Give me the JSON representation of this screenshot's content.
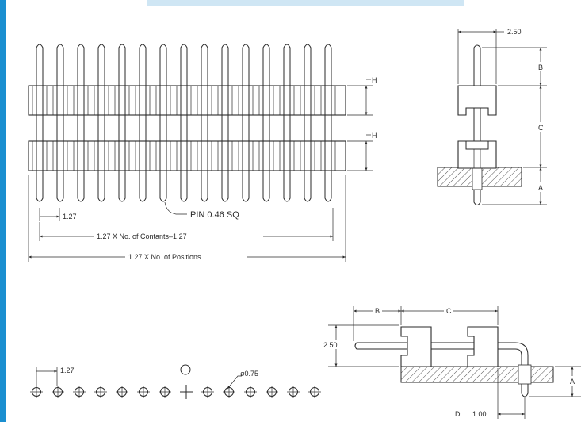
{
  "colors": {
    "accent": "#1a8fd0",
    "top_band": "#cfe6f4",
    "line": "#2a2a2a",
    "paper": "#ffffff"
  },
  "front_view": {
    "pin_pitch": "1.27",
    "pin_size": "PIN 0.46 SQ",
    "contacts_dimension": "1.27 X No. of Contants–1.27",
    "positions_dimension": "1.27 X No. of Positions",
    "height_label_top": "H",
    "height_label_bottom": "H",
    "pin_count": 15
  },
  "side_view": {
    "width": "2.50",
    "dim_b": "B",
    "dim_c": "C",
    "dim_a": "A"
  },
  "footprint": {
    "pitch": "1.27",
    "hole": "ø0.75",
    "hole_count": 13
  },
  "right_angle_view": {
    "dim_b": "B",
    "dim_c": "C",
    "height": "2.50",
    "dim_a": "A",
    "dim_d": "D",
    "pin_offset": "1.00"
  }
}
